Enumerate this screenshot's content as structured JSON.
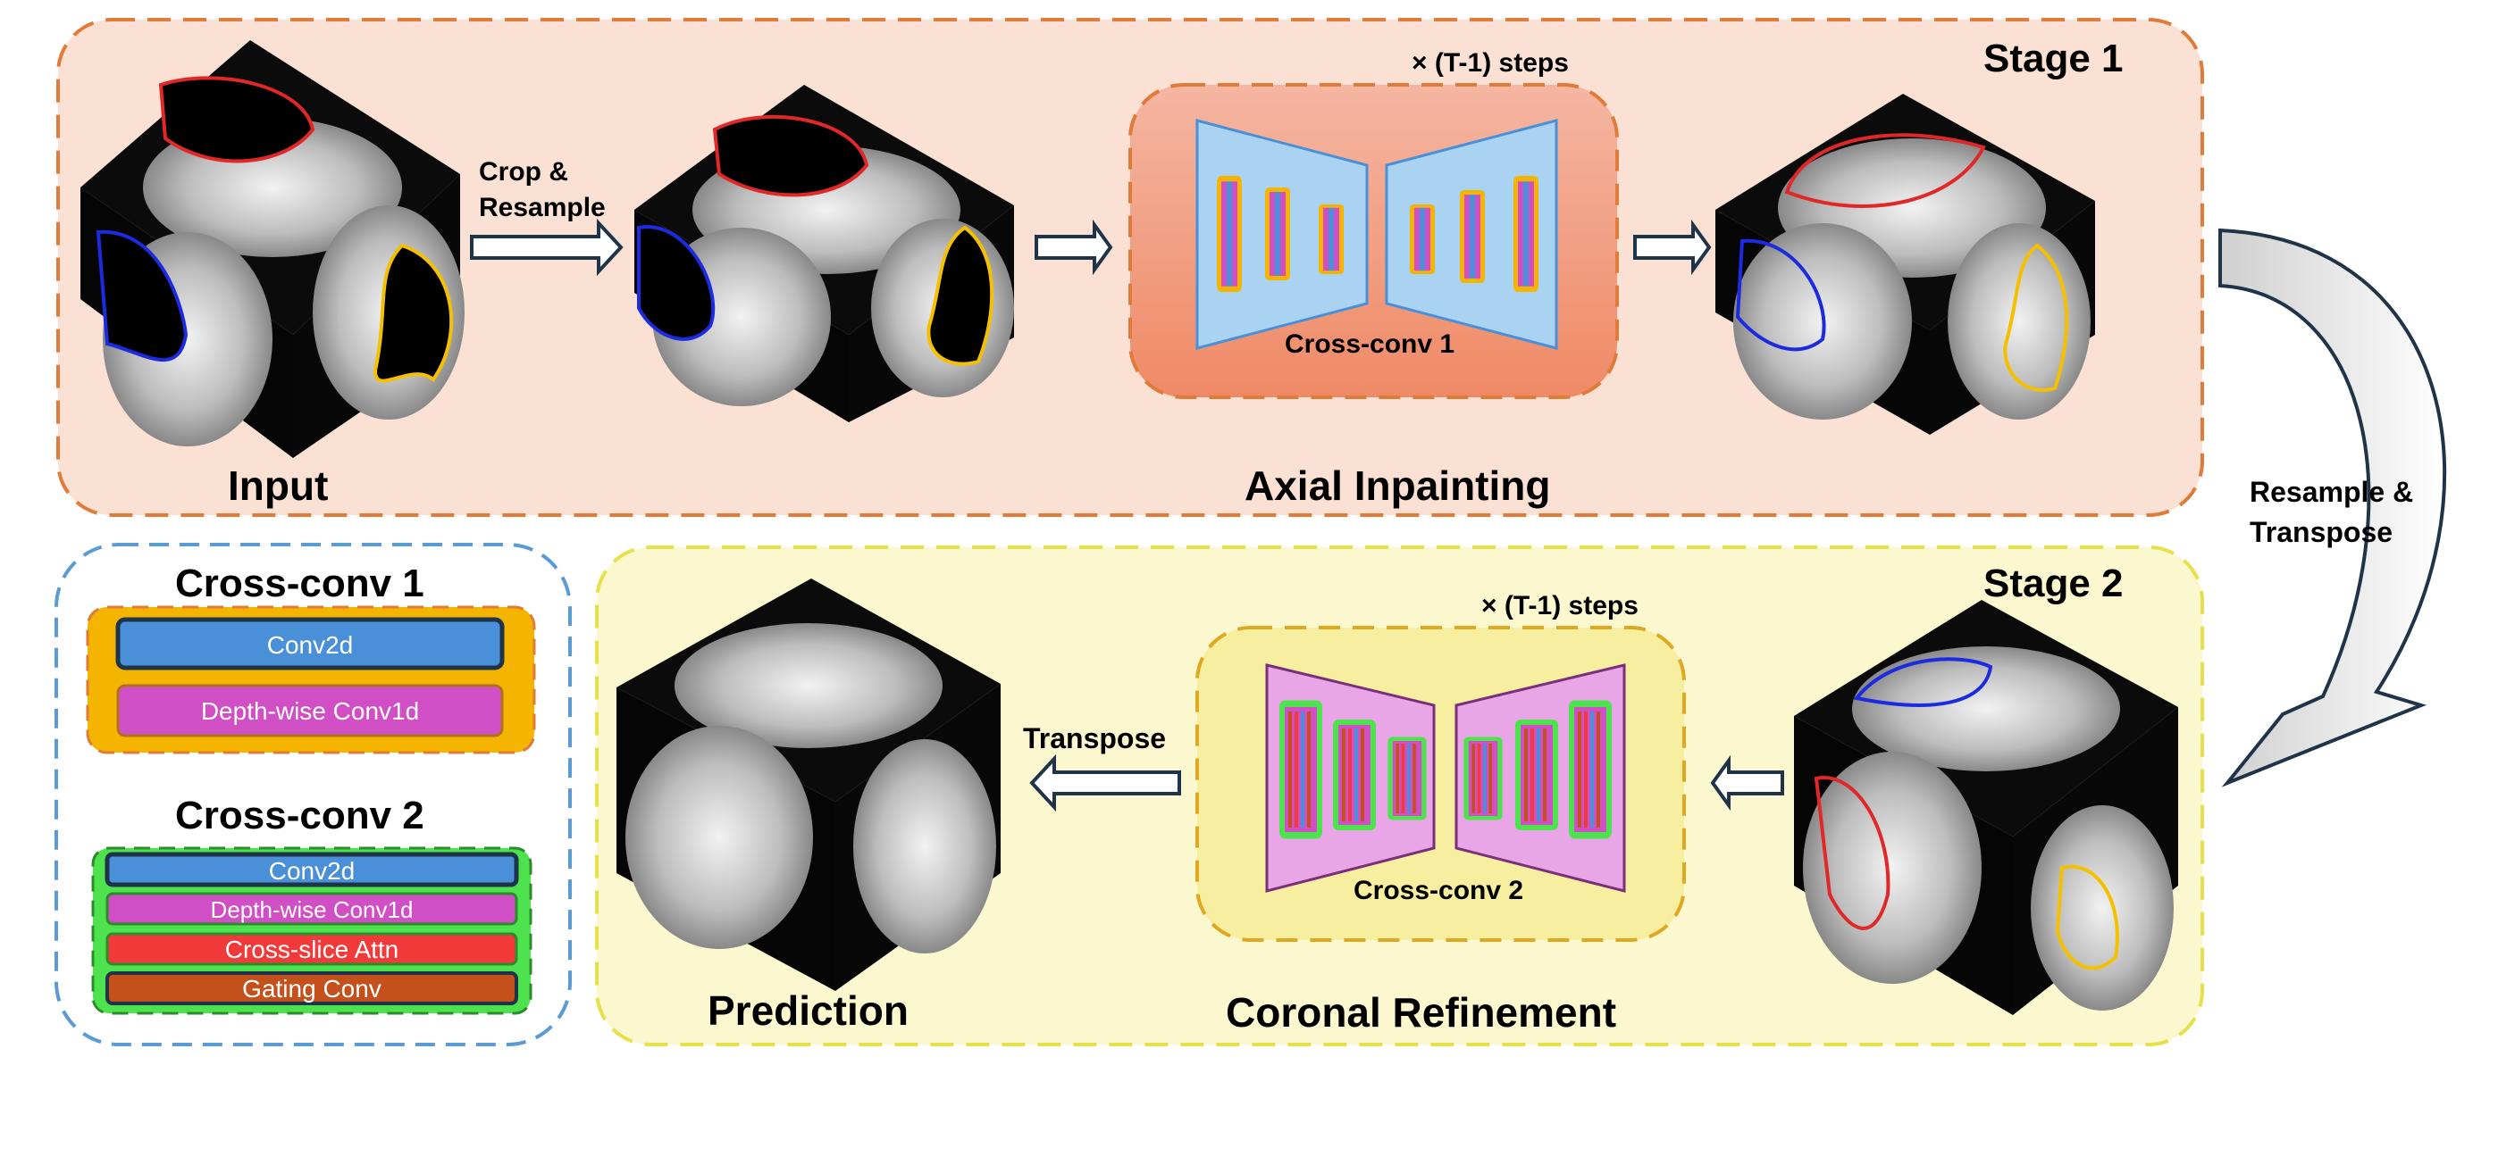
{
  "stage1": {
    "title": "Stage 1",
    "steps": "× (T-1)  steps",
    "crop_line1": "Crop &",
    "crop_line2": "Resample",
    "input_label": "Input",
    "axial_label": "Axial Inpainting",
    "crossconv_label": "Cross-conv 1"
  },
  "transition": {
    "line1": "Resample &",
    "line2": "Transpose"
  },
  "stage2": {
    "title": "Stage 2",
    "steps": "× (T-1)  steps",
    "transpose_label": "Transpose",
    "prediction_label": "Prediction",
    "coronal_label": "Coronal Refinement",
    "crossconv_label": "Cross-conv 2"
  },
  "legend": {
    "cc1_title": "Cross-conv 1",
    "cc1_blocks": [
      "Conv2d",
      "Depth-wise Conv1d"
    ],
    "cc2_title": "Cross-conv 2",
    "cc2_blocks": [
      "Conv2d",
      "Depth-wise Conv1d",
      "Cross-slice Attn",
      "Gating Conv"
    ]
  },
  "colors": {
    "stage1_bg": "#fbe0d4",
    "stage1_border": "#e07b39",
    "stage2_bg": "#fbf8d0",
    "stage2_border": "#e6e04a",
    "legend_border": "#5b9bd5",
    "cc1_box": "#f08a6a",
    "cc2_box": "#f7ef9f",
    "conv2d": "#4a90d9",
    "depthwise": "#d04fc4",
    "attn": "#f23a3a",
    "gating": "#c4501c",
    "orange_frame": "#f5b400",
    "green_frame": "#4ee34e",
    "red_contour": "#e02828",
    "blue_contour": "#1c2be0",
    "yellow_contour": "#f5c000"
  }
}
